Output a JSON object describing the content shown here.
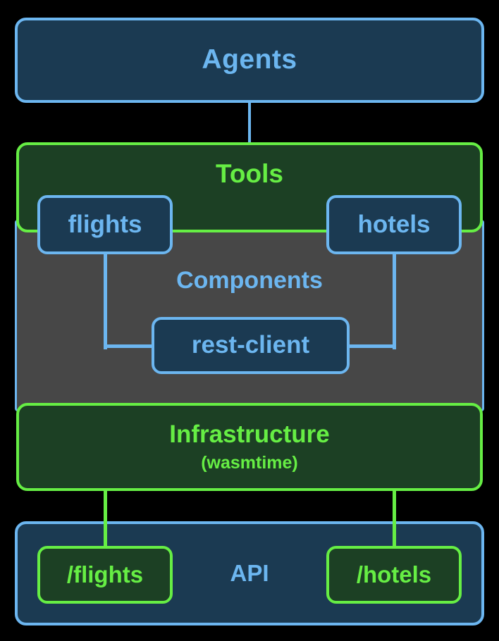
{
  "diagram": {
    "title": "Agents / Tools / Components / Infrastructure / API layered architecture",
    "background": "#000000",
    "colors": {
      "blue_border": "#6cb6f0",
      "blue_fill": "#1b3a52",
      "green_border": "#66ee44",
      "green_fill": "#1c4024",
      "gray_fill": "#474747"
    }
  },
  "layers": {
    "agents": {
      "label": "Agents"
    },
    "tools": {
      "label": "Tools",
      "nodes": [
        {
          "label": "flights"
        },
        {
          "label": "hotels"
        }
      ]
    },
    "components": {
      "label": "Components",
      "nodes": [
        {
          "label": "rest-client"
        }
      ]
    },
    "infrastructure": {
      "label": "Infrastructure",
      "sublabel": "(wasmtime)"
    },
    "api": {
      "label": "API",
      "nodes": [
        {
          "label": "/flights"
        },
        {
          "label": "/hotels"
        }
      ]
    }
  },
  "connections": [
    {
      "from": "agents",
      "to": "tools",
      "color": "#6cb6f0"
    },
    {
      "from": "flights",
      "to": "rest-client",
      "color": "#6cb6f0"
    },
    {
      "from": "hotels",
      "to": "rest-client",
      "color": "#6cb6f0"
    },
    {
      "from": "rest-client",
      "to": "infrastructure-left",
      "color": "#66ee44"
    },
    {
      "from": "rest-client",
      "to": "infrastructure-right",
      "color": "#66ee44"
    },
    {
      "from": "infrastructure",
      "to": "/flights",
      "color": "#66ee44"
    },
    {
      "from": "infrastructure",
      "to": "/hotels",
      "color": "#66ee44"
    }
  ]
}
